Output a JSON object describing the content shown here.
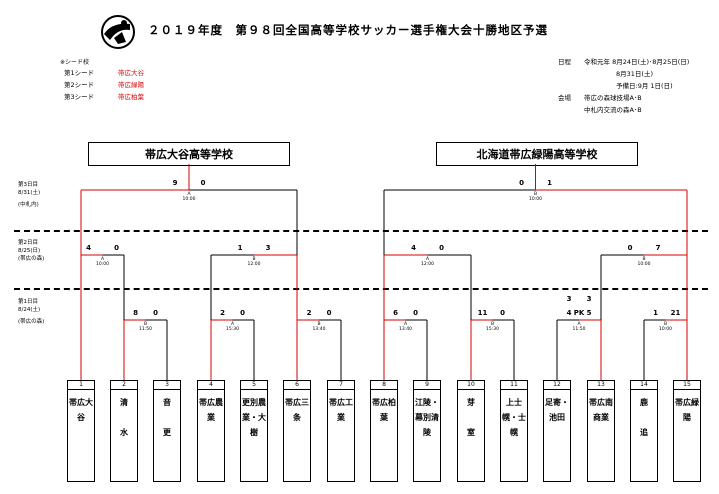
{
  "header": {
    "title": "２０１９年度　第９８回全国高等学校サッカー選手権大会十勝地区予選"
  },
  "seeds": {
    "heading": "※シード校",
    "items": [
      {
        "label": "第1シード",
        "team": "帯広大谷"
      },
      {
        "label": "第2シード",
        "team": "帯広緑陽"
      },
      {
        "label": "第3シード",
        "team": "帯広柏葉"
      }
    ]
  },
  "info": {
    "date_label": "日程",
    "date_line1": "令和元年  8月24日(土)･8月25日(日)",
    "date_line2": "8月31日(土)",
    "date_line3": "予備日:9月 1日(日)",
    "venue_label": "会場",
    "venue_line1": "帯広の森球技場A･B",
    "venue_line2": "中札内交流の森A･B"
  },
  "champions": {
    "left": "帯広大谷高等学校",
    "right": "北海道帯広緑陽高等学校"
  },
  "rounds": [
    {
      "line1": "第3日目",
      "line2": "8/31(土)",
      "line3": "(中札内)"
    },
    {
      "line1": "第2日目",
      "line2": "8/25(日)",
      "line3": "(帯広の森)"
    },
    {
      "line1": "第1日目",
      "line2": "8/24(土)",
      "line3": "(帯広の森)"
    }
  ],
  "teams": [
    {
      "no": "1",
      "name": "帯広大谷"
    },
    {
      "no": "2",
      "name": "清\n\n水"
    },
    {
      "no": "3",
      "name": "音\n\n更"
    },
    {
      "no": "4",
      "name": "帯広農業"
    },
    {
      "no": "5",
      "name": "更別農業・大樹"
    },
    {
      "no": "6",
      "name": "帯広三条"
    },
    {
      "no": "7",
      "name": "帯広工業"
    },
    {
      "no": "8",
      "name": "帯広柏葉"
    },
    {
      "no": "9",
      "name": "江陵・幕別清陵"
    },
    {
      "no": "10",
      "name": "芽\n\n室"
    },
    {
      "no": "11",
      "name": "上士幌・士幌"
    },
    {
      "no": "12",
      "name": "足寄・池田"
    },
    {
      "no": "13",
      "name": "帯広南商業"
    },
    {
      "no": "14",
      "name": "鹿\n\n追"
    },
    {
      "no": "15",
      "name": "帯広緑陽"
    }
  ],
  "r1_matches": [
    {
      "court": "B",
      "time": "11:50",
      "left": "8",
      "right": "0"
    },
    {
      "court": "A",
      "time": "15:30",
      "left": "2",
      "right": "0"
    },
    {
      "court": "B",
      "time": "13:40",
      "left": "2",
      "right": "0"
    },
    {
      "court": "A",
      "time": "13:40",
      "left": "6",
      "right": "0"
    },
    {
      "court": "B",
      "time": "15:30",
      "left": "11",
      "right": "0"
    },
    {
      "court": "A",
      "time": "11:50",
      "left": "4",
      "right": "5",
      "pk_label": "PK",
      "extra_left": "3",
      "extra_right": "3"
    },
    {
      "court": "B",
      "time": "10:00",
      "left": "1",
      "right": "21"
    }
  ],
  "r2_matches": [
    {
      "court": "A",
      "time": "10:00",
      "left": "4",
      "right": "0"
    },
    {
      "court": "B",
      "time": "12:00",
      "left": "1",
      "right": "3"
    },
    {
      "court": "A",
      "time": "12:00",
      "left": "4",
      "right": "0"
    },
    {
      "court": "B",
      "time": "10:00",
      "left": "0",
      "right": "7"
    }
  ],
  "r3_matches": [
    {
      "court": "A",
      "time": "10:00",
      "left": "9",
      "right": "0"
    },
    {
      "court": "B",
      "time": "10:00",
      "left": "0",
      "right": "1"
    }
  ]
}
